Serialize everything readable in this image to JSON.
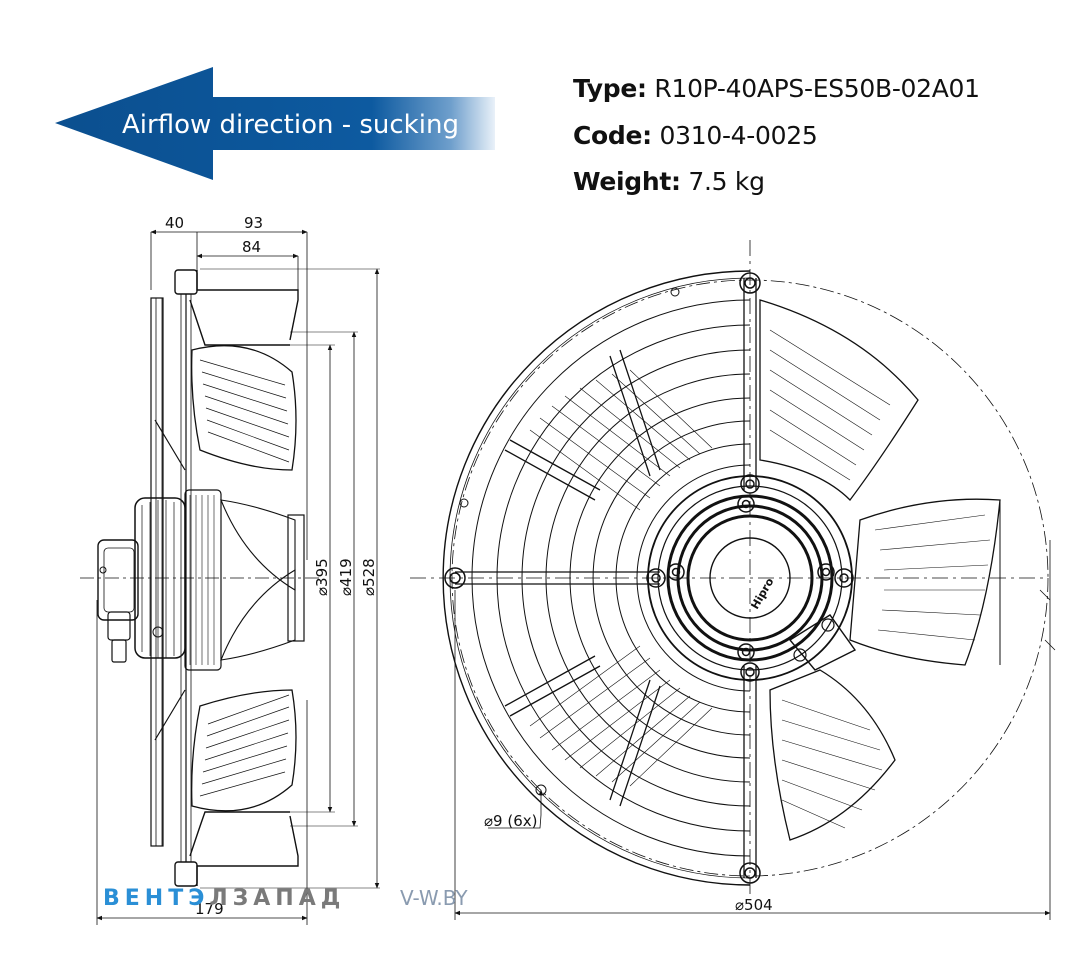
{
  "airflow": {
    "label": "Airflow direction - sucking"
  },
  "specs": {
    "type_label": "Type:",
    "type_value": "R10P-40APS-ES50B-02A01",
    "code_label": "Code:",
    "code_value": "0310-4-0025",
    "weight_label": "Weight:",
    "weight_value": "7.5 kg"
  },
  "side_view": {
    "dim_top_1": "40",
    "dim_top_2": "93",
    "dim_top_3": "84",
    "dim_dia_1": "⌀395",
    "dim_dia_2": "⌀419",
    "dim_dia_3": "⌀528",
    "dim_bottom": "179"
  },
  "front_view": {
    "hole_label": "⌀9 (6x)",
    "dim_bottom": "⌀504",
    "hub_logo": "Hipro"
  },
  "watermark": {
    "brand": "ВЕНТЭЛЗАПАД",
    "site": "V-W.BY"
  },
  "colors": {
    "arrow": "#0b4f8f",
    "watermark_blue": "#2a8fd6",
    "watermark_gray": "#7a7a7a"
  }
}
